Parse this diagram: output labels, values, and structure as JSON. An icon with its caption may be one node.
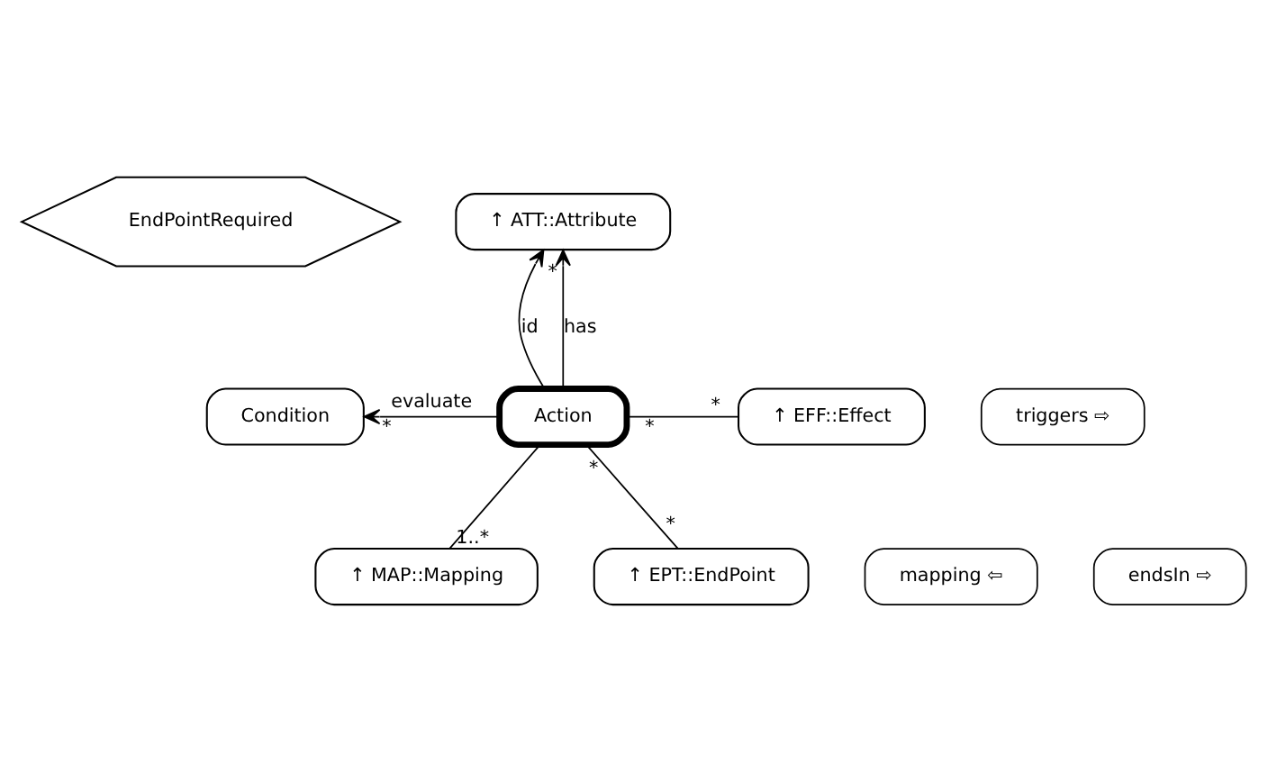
{
  "diagram": {
    "nodes": [
      {
        "text": [
          "↑ ATT::Attribute"
        ]
      },
      {
        "text": [
          "EndPointRequired"
        ]
      },
      {
        "text": [
          "Condition"
        ]
      },
      {
        "text": [
          "Action"
        ]
      },
      {
        "text": [
          "↑ EFF::Effect"
        ]
      },
      {
        "text": [
          "↑ MAP::Mapping"
        ]
      },
      {
        "text": [
          "↑ EPT::EndPoint"
        ]
      },
      {
        "text": [
          "triggers ⇨"
        ]
      },
      {
        "text": [
          "mapping ⇦"
        ]
      },
      {
        "text": [
          "endsIn ⇨"
        ]
      }
    ],
    "edges": [
      {
        "from": 3,
        "to": 0,
        "arrow": "to",
        "label": "id"
      },
      {
        "from": 3,
        "to": 0,
        "arrow": "to",
        "label": "has"
      },
      {
        "from": 3,
        "to": 2,
        "arrow": "to",
        "label": "evaluate"
      },
      {
        "from": 3,
        "to": 4,
        "arrow": "none"
      },
      {
        "from": 3,
        "to": 5,
        "arrow": "none"
      },
      {
        "from": 3,
        "to": 6,
        "arrow": "none"
      }
    ],
    "labels": [
      "*",
      "*",
      "*",
      "*",
      "*",
      "1..*",
      "*"
    ]
  }
}
